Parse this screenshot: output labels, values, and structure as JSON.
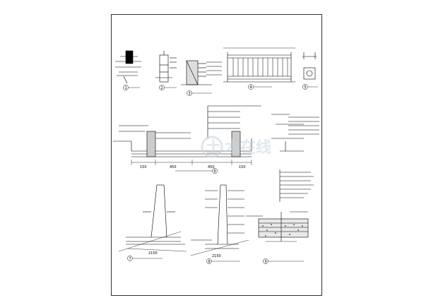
{
  "sheet": {
    "background": "#ffffff",
    "line_color": "#000000",
    "watermark_color": "#c9d6de"
  },
  "details": {
    "d1": {
      "num": "1"
    },
    "d2": {
      "num": "2"
    },
    "d3": {
      "num": "3"
    },
    "d4": {
      "num": "4"
    },
    "d5": {
      "num": "5"
    },
    "d6": {
      "num": "6"
    },
    "d7": {
      "num": "7"
    },
    "d8": {
      "num": "8"
    },
    "d9": {
      "num": "9"
    }
  },
  "dimensions": {
    "d7_mid": "2150",
    "d8_base": "2150",
    "dims_main": [
      "150",
      "450",
      "450",
      "150"
    ]
  },
  "watermark": {
    "logo_glyph": "土",
    "text": "木在线"
  }
}
